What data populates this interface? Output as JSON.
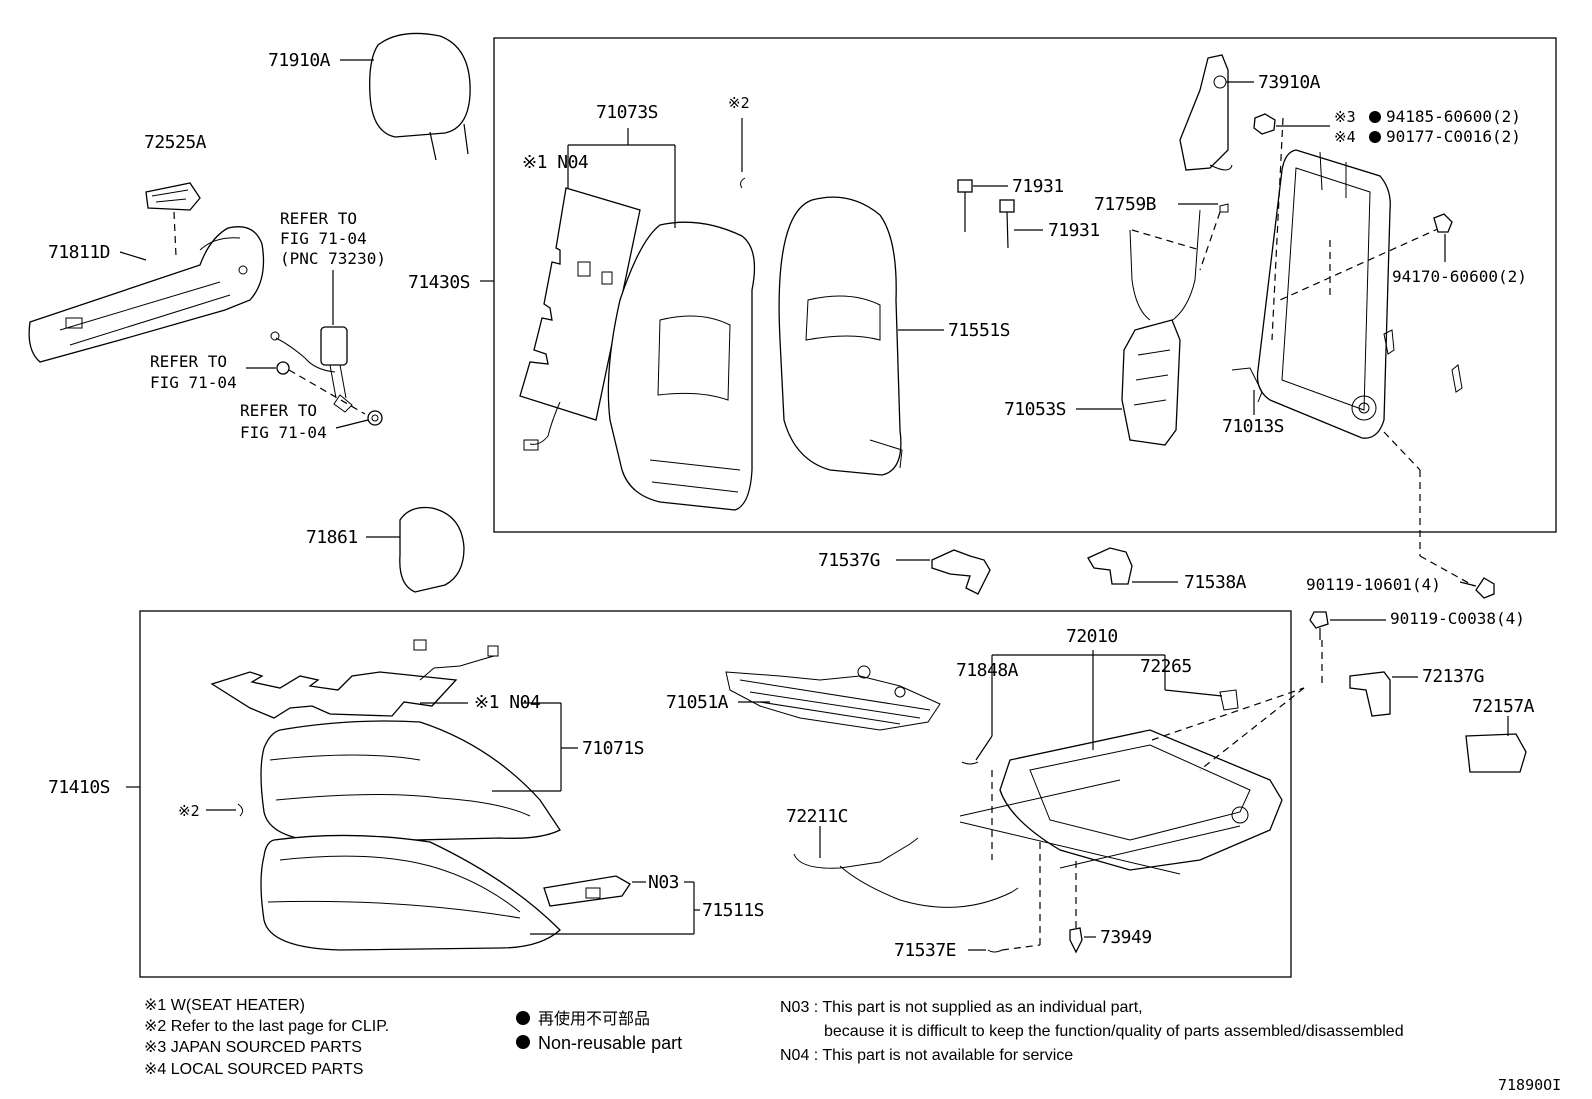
{
  "callouts": {
    "p71910A": "71910A",
    "p72525A": "72525A",
    "p71811D": "71811D",
    "refer_fig1_l1": "REFER TO",
    "refer_fig1_l2": "FIG 71-04",
    "refer_fig1_l3": "(PNC 73230)",
    "refer_fig2_l1": "REFER TO",
    "refer_fig2_l2": "FIG 71-04",
    "refer_fig3_l1": "REFER TO",
    "refer_fig3_l2": "FIG 71-04",
    "p71861": "71861",
    "p71430S": "71430S",
    "p71073S": "71073S",
    "mark2_top": "※2",
    "mark1_n04_top": "※1 N04",
    "p71551S": "71551S",
    "p71931a": "71931",
    "p71931b": "71931",
    "p73910A": "73910A",
    "mark3": "※3",
    "p94185": "94185-60600(2)",
    "mark4": "※4",
    "p90177": "90177-C0016(2)",
    "p71759B": "71759B",
    "p94170": "94170-60600(2)",
    "p71053S": "71053S",
    "p71013S": "71013S",
    "p71537G": "71537G",
    "p71538A": "71538A",
    "p90119_10601": "90119-10601(4)",
    "p90119_C0038": "90119-C0038(4)",
    "p72010": "72010",
    "p71848A": "71848A",
    "p72265": "72265",
    "p72137G": "72137G",
    "p72157A": "72157A",
    "mark1_n04_bottom": "※1 N04",
    "p71071S": "71071S",
    "p71051A": "71051A",
    "p71410S": "71410S",
    "mark2_bottom": "※2",
    "p72211C": "72211C",
    "n03": "N03",
    "p71511S": "71511S",
    "p71537E": "71537E",
    "p73949": "73949"
  },
  "notes": {
    "left": [
      "※1  W(SEAT HEATER)",
      "※2  Refer to the last page for CLIP.",
      "※3 JAPAN SOURCED PARTS",
      "※4 LOCAL SOURCED PARTS"
    ],
    "legend": [
      "再使用不可部品",
      "Non-reusable part"
    ],
    "right": [
      "N03 : This part is not supplied as an individual part,",
      "because it is difficult to keep the function/quality of parts assembled/disassembled",
      "N04 : This part is not available for service"
    ],
    "figure_id": "71890OI"
  }
}
